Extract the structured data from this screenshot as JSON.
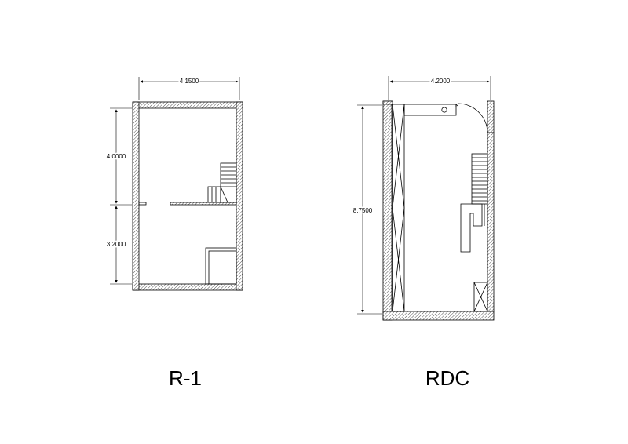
{
  "drawing": {
    "plans": [
      {
        "title": "R-1",
        "width_dim": "4.1500",
        "height_upper_dim": "4.0000",
        "height_lower_dim": "3.2000"
      },
      {
        "title": "RDC",
        "width_dim": "4.2000",
        "height_dim": "8.7500"
      }
    ],
    "colors": {
      "line": "#000000",
      "hatch": "#555555",
      "background": "#ffffff"
    }
  }
}
